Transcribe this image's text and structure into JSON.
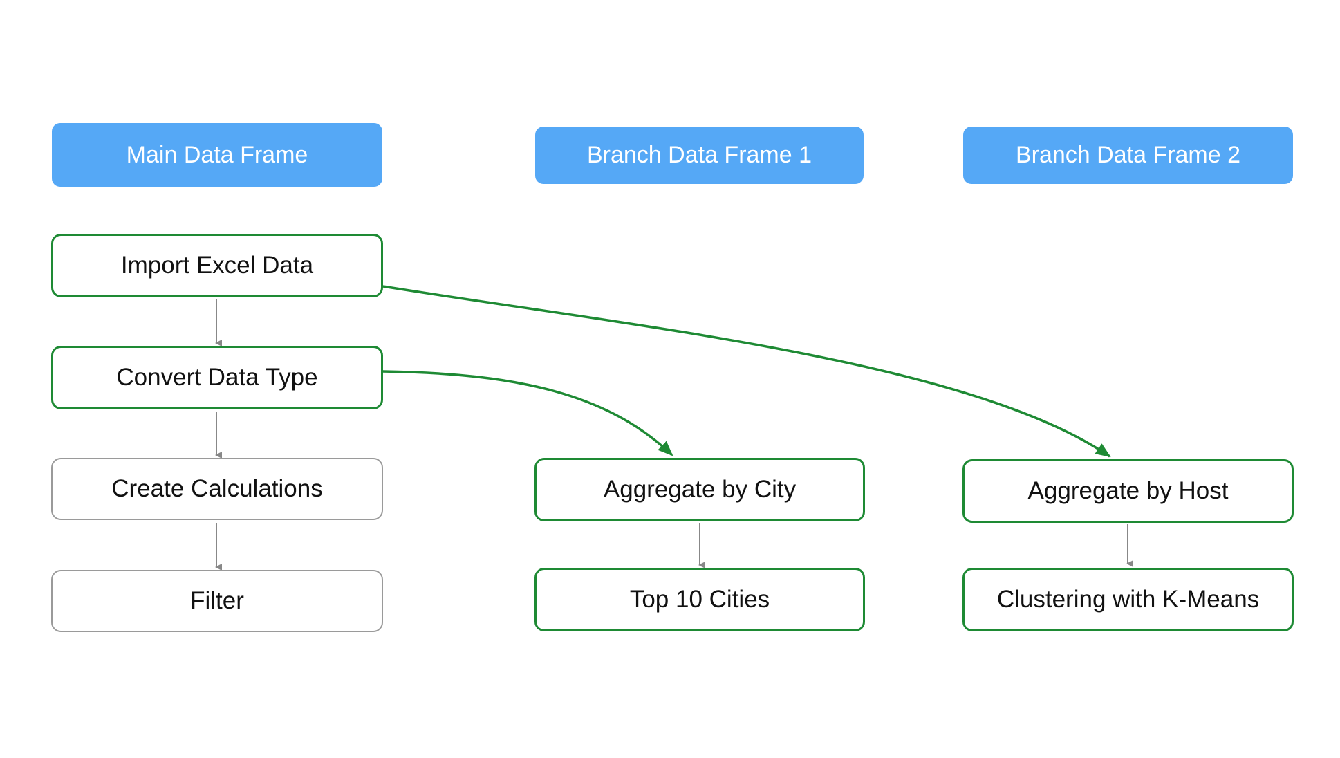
{
  "headers": {
    "main": "Main Data Frame",
    "branch1": "Branch Data Frame 1",
    "branch2": "Branch Data Frame 2"
  },
  "steps": {
    "import_excel": "Import Excel Data",
    "convert_type": "Convert Data Type",
    "create_calculations": "Create Calculations",
    "filter": "Filter",
    "aggregate_city": "Aggregate by City",
    "top_10_cities": "Top 10 Cities",
    "aggregate_host": "Aggregate by Host",
    "kmeans": "Clustering with K-Means"
  },
  "colors": {
    "header_fill": "#55a8f6",
    "header_text": "#ffffff",
    "active_border": "#1e8a34",
    "inactive_border": "#9a9a9a",
    "branch_arrow": "#1e8a34",
    "flow_arrow": "#888888"
  }
}
